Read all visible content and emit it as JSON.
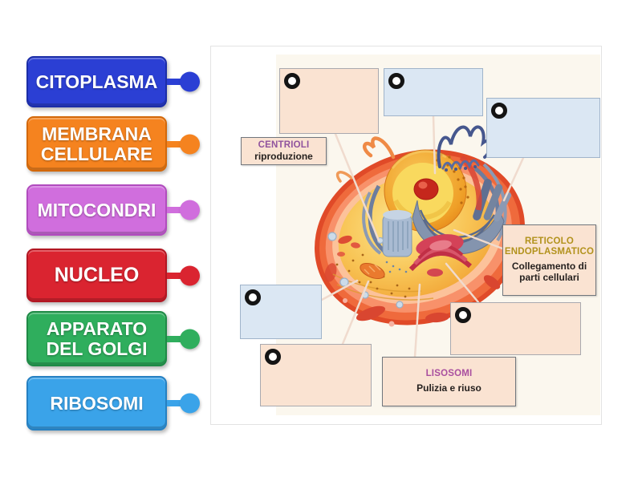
{
  "activity": {
    "type": "labelled-diagram",
    "illustration": "animal-cell-cutaway",
    "chips": [
      {
        "label": "CITOPLASMA",
        "color": "#2b3fd4",
        "border": "#1b2da8"
      },
      {
        "label": "MEMBRANA\nCELLULARE",
        "color": "#f5831f",
        "border": "#d3680a"
      },
      {
        "label": "MITOCONDRI",
        "color": "#d06edd",
        "border": "#b14cbe"
      },
      {
        "label": "NUCLEO",
        "color": "#da2430",
        "border": "#b21622"
      },
      {
        "label": "APPARATO\nDEL GOLGI",
        "color": "#2fae5d",
        "border": "#1f8a46"
      },
      {
        "label": "RIBOSOMI",
        "color": "#3aa3e9",
        "border": "#2580c2"
      }
    ],
    "placed_labels": [
      {
        "title": "CENTRIOLI",
        "description": "riproduzione",
        "title_color": "#90539e"
      },
      {
        "title": "RETICOLO ENDOPLASMATICO",
        "description": "Collegamento di parti cellulari",
        "title_color": "#b2921c"
      },
      {
        "title": "LISOSOMI",
        "description": "Pulizia e riuso",
        "title_color": "#a94f9f"
      }
    ],
    "drop_zones": [
      {
        "id": "zone-top-left",
        "variant": "peach"
      },
      {
        "id": "zone-top-middle",
        "variant": "blue"
      },
      {
        "id": "zone-top-right",
        "variant": "blue"
      },
      {
        "id": "zone-left",
        "variant": "blue"
      },
      {
        "id": "zone-bottom-right",
        "variant": "peach"
      },
      {
        "id": "zone-bottom-left",
        "variant": "peach"
      }
    ],
    "colors": {
      "zone_blue_fill": "#dbe7f3",
      "zone_peach_fill": "#fae3d2",
      "label_fill": "#fae3d2",
      "ring": "#141414",
      "leader_line": "#f0dbce"
    }
  }
}
